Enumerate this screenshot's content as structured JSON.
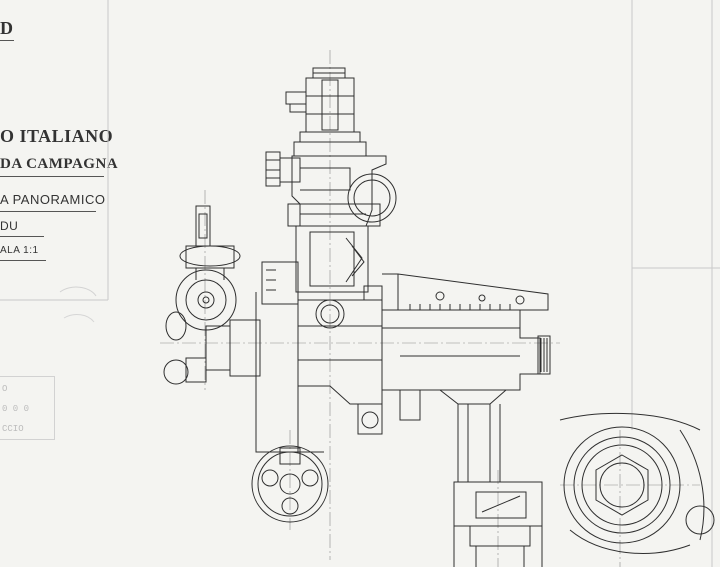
{
  "title_block": {
    "code": "D",
    "line1": "O ITALIANO",
    "line2": "DA CAMPAGNA",
    "line3": "A PANORAMICO",
    "line4": "DU",
    "line5": "ALA 1:1"
  },
  "stamp": {
    "row1": "O",
    "row2": "0 0 0",
    "row3": "CCIO"
  },
  "colors": {
    "paper": "#f4f4f1",
    "ink": "#2b2b2b",
    "faint": "#b9b9b9"
  }
}
